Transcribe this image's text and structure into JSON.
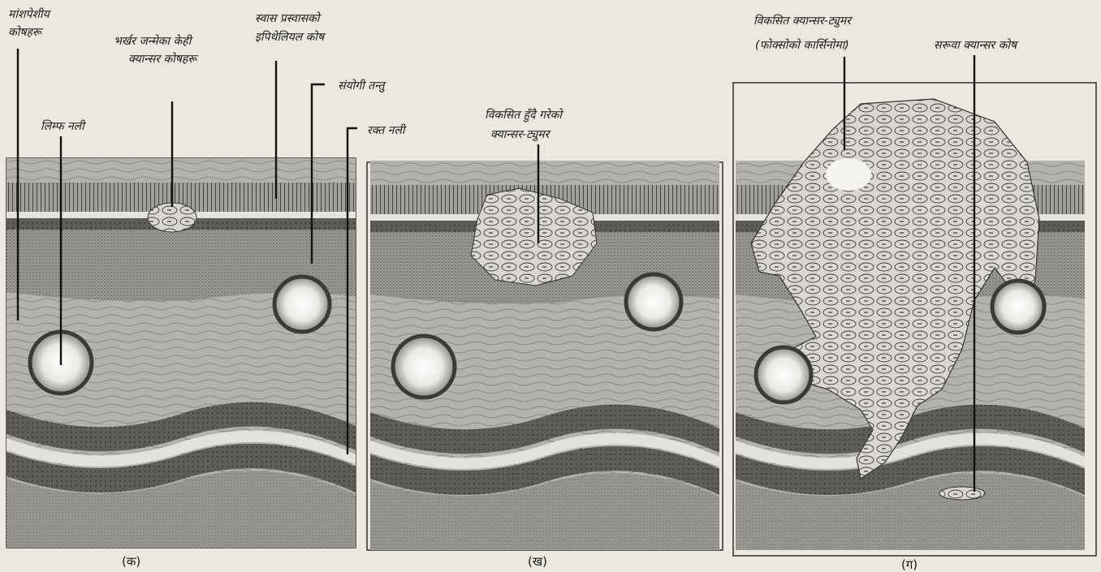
{
  "panels": [
    {
      "caption": "(क)",
      "labels": {
        "muscle_cells": [
          "मांशपेशीय",
          "कोषहरू"
        ],
        "new_cancer_cells": [
          "भर्खर जन्मेका केही",
          "क्यान्सर कोषहरू"
        ],
        "epithelial_cells": [
          "स्वास प्रस्वासको",
          "इपिथेलियल कोष"
        ],
        "connective_tissue": [
          "संयोगी तन्तु"
        ],
        "lymph_vessel": [
          "लिम्फ नली"
        ],
        "blood_vessel": [
          "रक्त नली"
        ]
      }
    },
    {
      "caption": "(ख)",
      "labels": {
        "growing_tumor": [
          "विकसित हुँदै गरेको",
          "क्यान्सर-ट्युमर"
        ]
      }
    },
    {
      "caption": "(ग)",
      "labels": {
        "developed_tumor": [
          "विकसित क्यान्सर-ट्युमर",
          "(फोक्सोको कार्सिनोमा)"
        ],
        "spreading_cells": [
          "सरूवा क्यान्सर कोष"
        ]
      }
    }
  ],
  "colors": {
    "background": "#ebe8e0",
    "tissue_dark": "#7a7a74",
    "tissue_mid": "#a9a8a2",
    "tissue_light": "#c6c5c0",
    "cell_fill": "#dedcd6",
    "ink": "#1a1a1a"
  }
}
